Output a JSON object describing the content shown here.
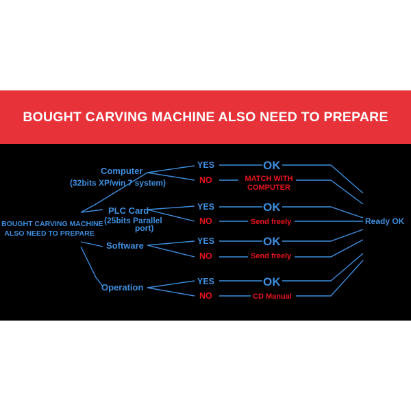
{
  "banner": {
    "title": "BOUGHT CARVING MACHINE ALSO NEED TO PREPARE"
  },
  "root": {
    "line1": "BOUGHT CARVING MACHINE",
    "line2": "ALSO NEED TO PREPARE"
  },
  "items": [
    {
      "name": "Computer",
      "sub1": "(32bits XP/win 7 system)",
      "yes": "YES",
      "no": "NO",
      "ok": "OK",
      "note1": "MATCH WITH",
      "note2": "COMPUTER"
    },
    {
      "name": "PLC Card",
      "sub1": "(25bits Parallel",
      "sub2": "port)",
      "yes": "YES",
      "no": "NO",
      "ok": "OK",
      "note1": "Send freely"
    },
    {
      "name": "Software",
      "yes": "YES",
      "no": "NO",
      "ok": "OK",
      "note1": "Send freely"
    },
    {
      "name": "Operation",
      "yes": "YES",
      "no": "NO",
      "ok": "OK",
      "note1": "CD Manual"
    }
  ],
  "result": "Ready OK",
  "colors": {
    "banner": "#e7323a",
    "panel": "#000000",
    "blue": "#3e8fe0",
    "red": "#e8141c"
  }
}
